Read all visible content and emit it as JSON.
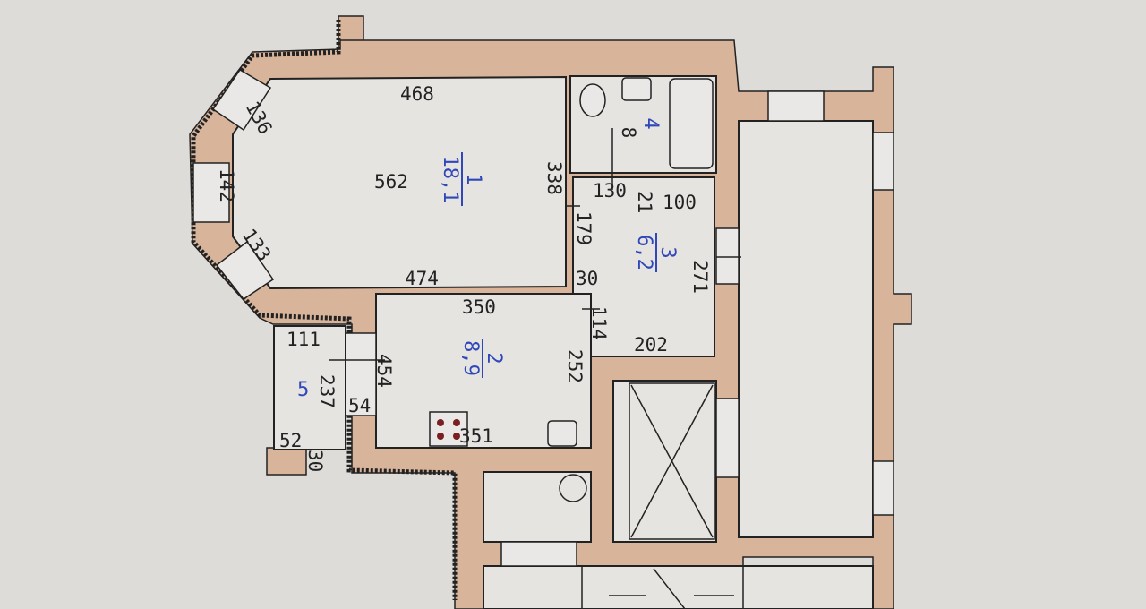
{
  "title": "Apartment floor plan",
  "colors": {
    "wall": "#d8b49b",
    "paper": "#e6e4e1",
    "area_text": "#2f47b8"
  },
  "rooms": [
    {
      "number": "1",
      "area": "18,1"
    },
    {
      "number": "2",
      "area": "8,9"
    },
    {
      "number": "3",
      "area": "6,2"
    },
    {
      "number": "4",
      "area": "8"
    },
    {
      "number": "5"
    }
  ],
  "dimensions": {
    "room1_top": "468",
    "room1_length": "562",
    "room1_bottom": "474",
    "bay_upper": "136",
    "bay_middle": "142",
    "bay_lower": "133",
    "room1_right": "338",
    "bath_bottom": "130",
    "partition": "21",
    "room3_top": "100",
    "room3_left": "179",
    "room3_door": "30",
    "room3_right": "271",
    "kitchen_top": "350",
    "kitchen_door": "114",
    "room3_bottom": "202",
    "kitchen_right": "252",
    "kitchen_left": "454",
    "kitchen_bottom": "351",
    "balcony_top": "111",
    "balcony_side": "237",
    "balcony_step": "54",
    "balcony_bottom": "52",
    "balcony_end": "30"
  }
}
